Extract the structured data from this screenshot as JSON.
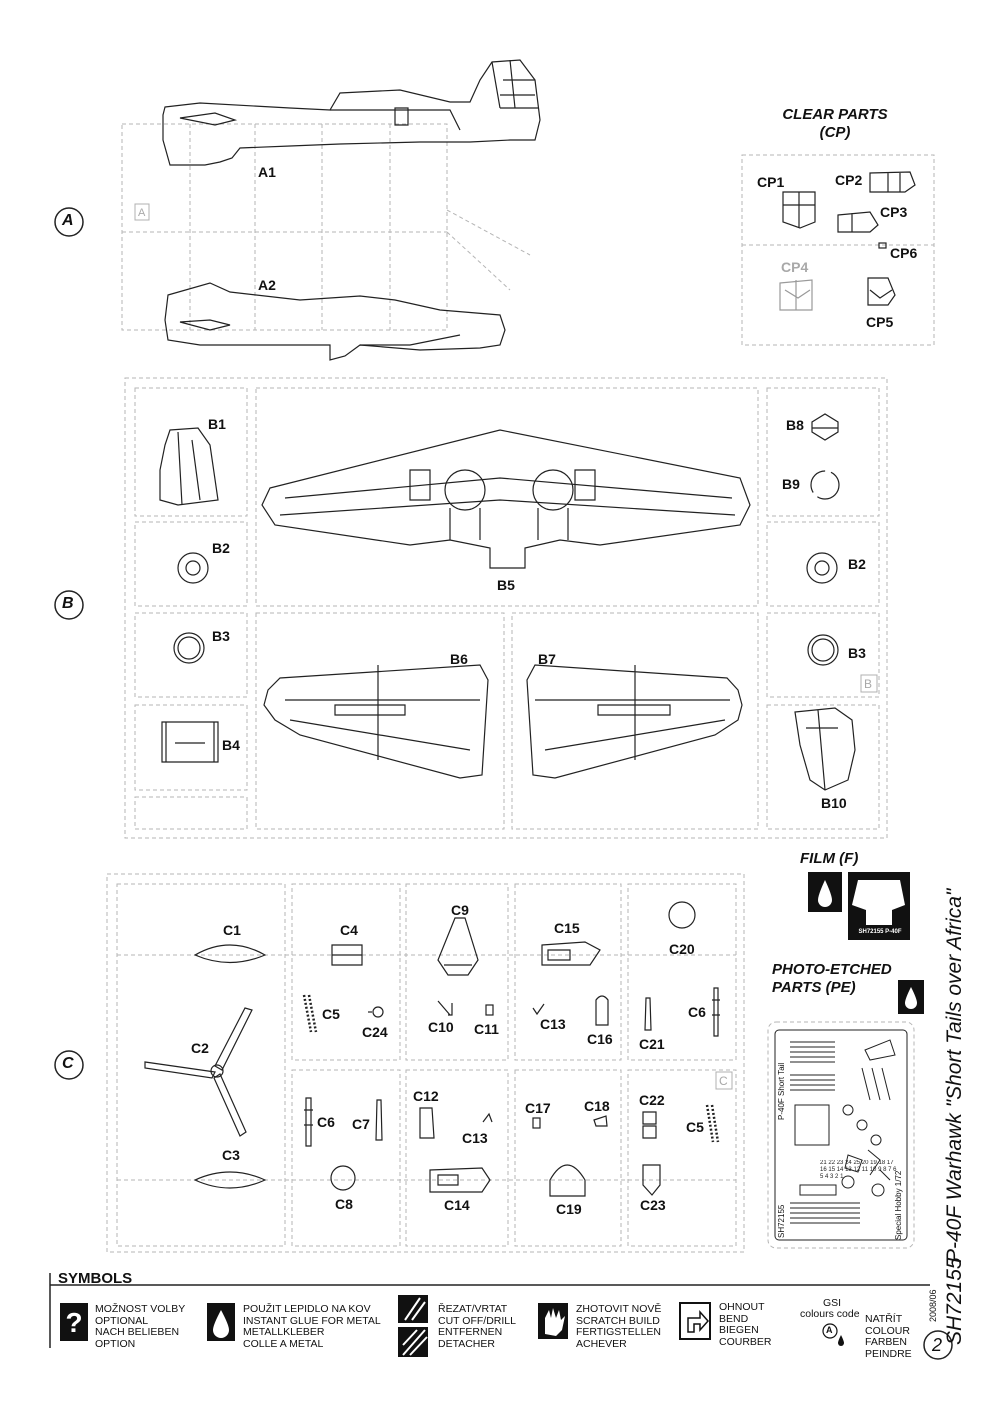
{
  "sprues": {
    "A": {
      "letter": "A",
      "parts": [
        "A1",
        "A2"
      ],
      "sprue_tag": "A"
    },
    "B": {
      "letter": "B",
      "parts": [
        "B1",
        "B2",
        "B3",
        "B4",
        "B5",
        "B6",
        "B7",
        "B8",
        "B9",
        "B2",
        "B3",
        "B10"
      ],
      "sprue_tag": "B"
    },
    "C": {
      "letter": "C",
      "parts": [
        "C1",
        "C4",
        "C9",
        "C15",
        "C20",
        "C5",
        "C24",
        "C10",
        "C11",
        "C13",
        "C16",
        "C21",
        "C6",
        "C2",
        "C12",
        "C17",
        "C18",
        "C22",
        "C6",
        "C7",
        "C13",
        "C5",
        "C3",
        "C8",
        "C14",
        "C19",
        "C23"
      ],
      "sprue_tag": "C"
    }
  },
  "clear_parts": {
    "title_line1": "CLEAR PARTS",
    "title_line2": "(CP)",
    "parts": [
      "CP1",
      "CP2",
      "CP3",
      "CP6",
      "CP4",
      "CP5"
    ]
  },
  "film": {
    "title": "FILM (F)",
    "film_label": "SH72155 P-40F"
  },
  "photo_etched": {
    "title_line1": "PHOTO-ETCHED",
    "title_line2": "PARTS (PE)",
    "fret_text_1": "P-40F Short Tail",
    "fret_text_2": "Special Hobby 1/72",
    "fret_text_3": "SH72155",
    "fret_numbers": [
      "21",
      "22",
      "23",
      "24",
      "25",
      "20",
      "19",
      "18",
      "17",
      "16",
      "15",
      "14",
      "13",
      "12",
      "11",
      "10",
      "9",
      "8",
      "7",
      "6",
      "5",
      "4",
      "3",
      "2",
      "1"
    ]
  },
  "side_text": {
    "kit_code": "SH72155",
    "kit_title": "P-40F Warhawk \"Short Tails over Africa\"",
    "date": "2008/06",
    "page_number": "2"
  },
  "symbols": {
    "heading": "SYMBOLS",
    "items": [
      {
        "icon": "question-mark-icon",
        "text": "MOŽNOST VOLBY\nOPTIONAL\nNACH BELIEBEN\nOPTION"
      },
      {
        "icon": "glue-drop-icon",
        "text": "POUŽIT LEPIDLO NA KOV\nINSTANT GLUE FOR METAL\nMETALLKLEBER\nCOLLE A METAL"
      },
      {
        "icon": "cut-knife-icon",
        "text": "ŘEZAT/VRTAT\nCUT OFF/DRILL\nENTFERNEN\nDETACHER"
      },
      {
        "icon": "scratch-build-hand-icon",
        "text": "ZHOTOVIT NOVĚ\nSCRATCH BUILD\nFERTIGSTELLEN\nACHEVER"
      },
      {
        "icon": "bend-arrow-icon",
        "text": "OHNOUT\nBEND\nBIEGEN\nCOURBER"
      }
    ],
    "gsi_line1": "GSI",
    "gsi_line2": "colours code",
    "gsi_badge": "A",
    "paint_text": "NATŘÍT\nCOLOUR\nFARBEN\nPEINDRE"
  }
}
